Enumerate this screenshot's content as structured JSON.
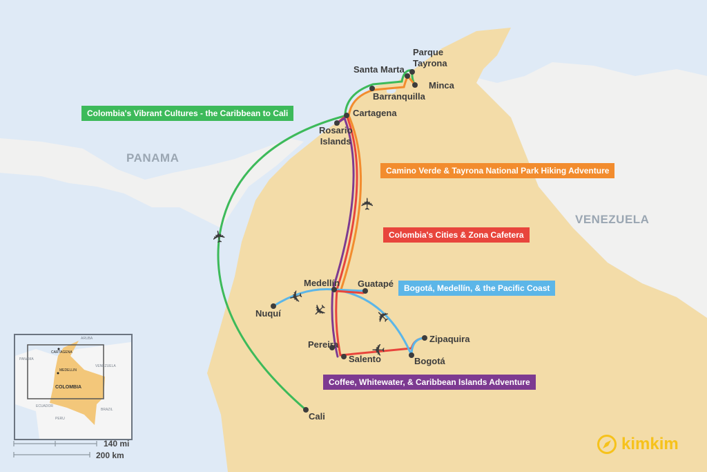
{
  "countries": {
    "panama": "PANAMA",
    "venezuela": "VENEZUELA"
  },
  "cities": {
    "parque_tayrona": "Parque Tayrona",
    "parque_tayrona_l1": "Parque",
    "parque_tayrona_l2": "Tayrona",
    "santa_marta": "Santa Marta",
    "minca": "Minca",
    "barranquilla": "Barranquilla",
    "cartagena": "Cartagena",
    "rosario_l1": "Rosario",
    "rosario_l2": "Islands",
    "medellin": "Medellín",
    "guatape": "Guatapé",
    "nuqui": "Nuquí",
    "pereira": "Pereira",
    "salento": "Salento",
    "zipaquira": "Zipaquira",
    "bogota": "Bogotá",
    "cali": "Cali"
  },
  "tours": [
    {
      "label": "Colombia's Vibrant Cultures - the Caribbean to Cali",
      "color": "#3dba5a"
    },
    {
      "label": "Camino Verde & Tayrona National Park Hiking Adventure",
      "color": "#f28c2e"
    },
    {
      "label": "Colombia's Cities & Zona Cafetera",
      "color": "#e8453c"
    },
    {
      "label": "Bogotá, Medellín, & the Pacific Coast",
      "color": "#5cb6e8"
    },
    {
      "label": "Coffee, Whitewater, & Caribbean Islands Adventure",
      "color": "#7d3a91"
    }
  ],
  "inset": {
    "aruba": "ARUBA",
    "cartagena": "CARTAGENA",
    "panama": "PANAMA",
    "medellin": "MEDELLIN",
    "venezuela": "VENEZUELA",
    "colombia": "COLOMBIA",
    "ecuador": "ECUADOR",
    "peru": "PERU",
    "brazil": "BRAZIL"
  },
  "scale": {
    "miles": "140 mi",
    "km": "200 km"
  },
  "logo": {
    "text": "kimkim"
  },
  "icons": {
    "plane": "airplane-icon",
    "logo": "compass-icon"
  }
}
